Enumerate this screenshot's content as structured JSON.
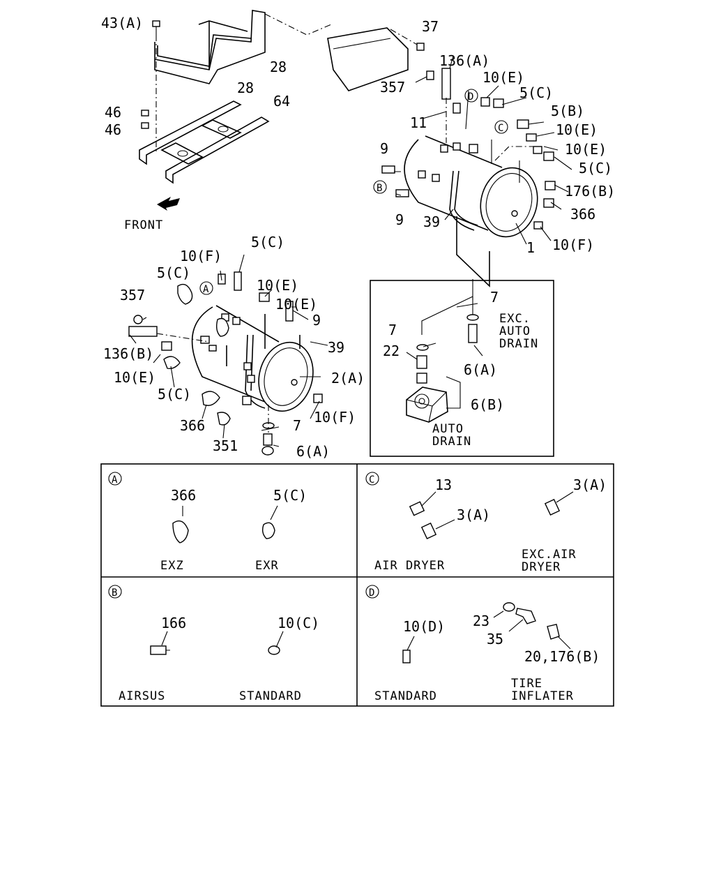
{
  "labels": {
    "p43a": "43(A)",
    "p37": "37",
    "p28a": "28",
    "p28b": "28",
    "p46a": "46",
    "p46b": "46",
    "p64": "64",
    "front": "FRONT",
    "p136a": "136(A)",
    "p357a": "357",
    "p10e_1": "10(E)",
    "p5c_1": "5(C)",
    "p5b": "5(B)",
    "p11": "11",
    "p10e_2": "10(E)",
    "p10e_3": "10(E)",
    "p5c_2": "5(C)",
    "p9a": "9",
    "p176b": "176(B)",
    "p366a": "366",
    "p9b": "9",
    "p39a": "39",
    "p1": "1",
    "p10f_1": "10(F)",
    "p10f_2": "10(F)",
    "p5c_3": "5(C)",
    "p10e_4": "10(E)",
    "p5c_4": "5(C)",
    "p10e_5": "10(E)",
    "p357b": "357",
    "p9c": "9",
    "p39b": "39",
    "p136b": "136(B)",
    "p10e_6": "10(E)",
    "p2a": "2(A)",
    "p5c_5": "5(C)",
    "p10f_3": "10(F)",
    "p366b": "366",
    "p7a": "7",
    "p351": "351",
    "p6a_1": "6(A)",
    "p7b": "7",
    "p7c": "7",
    "p22": "22",
    "p6a_2": "6(A)",
    "p6b": "6(B)",
    "exc_auto_drain": [
      "EXC.",
      "AUTO",
      "DRAIN"
    ],
    "auto_drain": [
      "AUTO",
      "DRAIN"
    ]
  },
  "markers": {
    "A": "A",
    "B": "B",
    "C": "C",
    "D": "D"
  },
  "panels": {
    "A": {
      "marker": "A",
      "items": [
        {
          "part": "366",
          "caption": "EXZ"
        },
        {
          "part": "5(C)",
          "caption": "EXR"
        }
      ]
    },
    "C": {
      "marker": "C",
      "items": [
        {
          "part": "13"
        },
        {
          "part": "3(A)"
        },
        {
          "part": "3(A)"
        }
      ],
      "captions": [
        "AIR DRYER",
        "EXC.AIR",
        "DRYER"
      ]
    },
    "B": {
      "marker": "B",
      "items": [
        {
          "part": "166",
          "caption": "AIRSUS"
        },
        {
          "part": "10(C)",
          "caption": "STANDARD"
        }
      ]
    },
    "D": {
      "marker": "D",
      "items": [
        {
          "part": "10(D)",
          "caption": "STANDARD"
        },
        {
          "part": "23"
        },
        {
          "part": "35"
        },
        {
          "part": "20,176(B)"
        }
      ],
      "captions": [
        "TIRE",
        "INFLATER"
      ]
    }
  }
}
